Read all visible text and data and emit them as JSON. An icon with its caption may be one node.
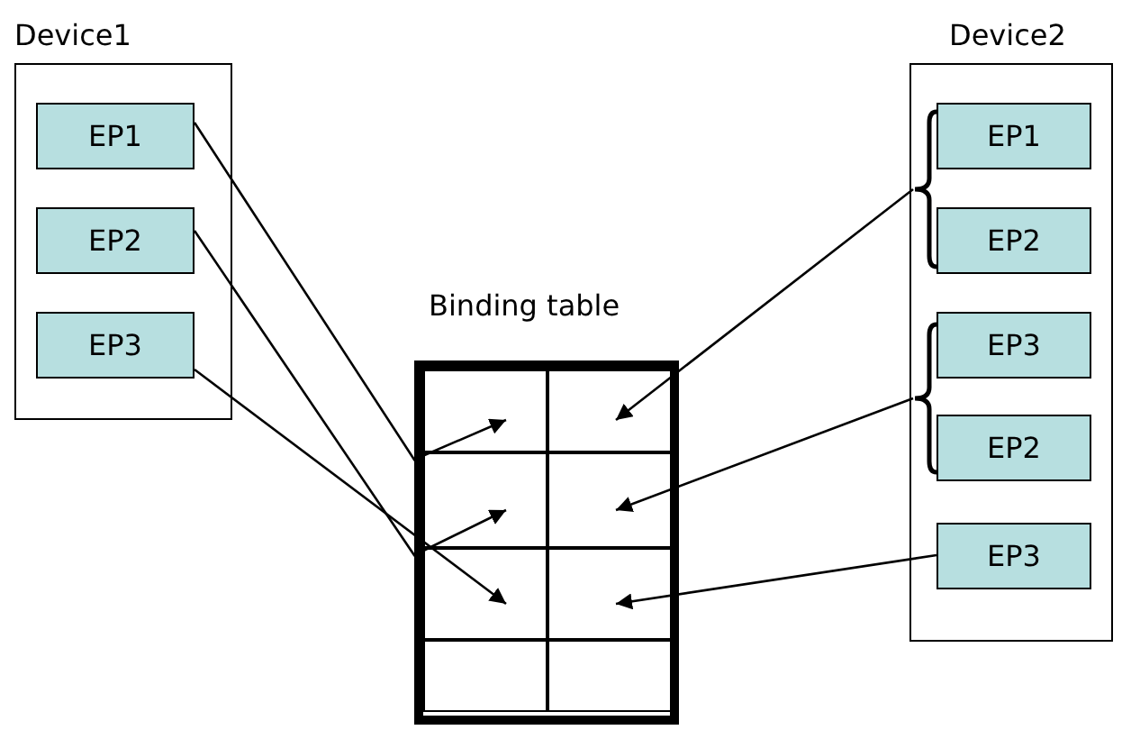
{
  "diagram": {
    "nodes": [
      {
        "text": [
          "Device1"
        ]
      },
      {
        "text": [
          "EP1"
        ],
        "in": 0
      },
      {
        "text": [
          "EP2"
        ],
        "in": 0
      },
      {
        "text": [
          "EP3"
        ],
        "in": 0
      },
      {
        "text": [
          "Binding table"
        ]
      },
      {
        "text": [],
        "shape": "box",
        "in": 4
      },
      {
        "text": [],
        "shape": "box",
        "in": 4
      },
      {
        "text": [],
        "shape": "box",
        "in": 4
      },
      {
        "text": [],
        "shape": "box",
        "in": 4
      },
      {
        "text": [],
        "shape": "box",
        "in": 4
      },
      {
        "text": [],
        "shape": "box",
        "in": 4
      },
      {
        "text": [],
        "shape": "box",
        "in": 4
      },
      {
        "text": [],
        "shape": "box",
        "in": 4
      },
      {
        "text": [
          "Device2"
        ]
      },
      {
        "text": [
          "EP1"
        ],
        "in": 13
      },
      {
        "text": [
          "EP2"
        ],
        "in": 13
      },
      {
        "text": [
          "EP3"
        ],
        "in": 13
      },
      {
        "text": [
          "EP2"
        ],
        "in": 13
      },
      {
        "text": [
          "EP3"
        ],
        "in": 13
      }
    ],
    "edges": [
      {
        "from": 1,
        "to": 5,
        "arrow": "to"
      },
      {
        "from": 2,
        "to": 7,
        "arrow": "to"
      },
      {
        "from": 3,
        "to": 9,
        "arrow": "to"
      },
      {
        "from": 14,
        "to": 6,
        "arrow": "to"
      },
      {
        "from": 15,
        "to": 6,
        "arrow": "to"
      },
      {
        "from": 16,
        "to": 8,
        "arrow": "to"
      },
      {
        "from": 17,
        "to": 8,
        "arrow": "to"
      },
      {
        "from": 18,
        "to": 10,
        "arrow": "to"
      }
    ]
  }
}
